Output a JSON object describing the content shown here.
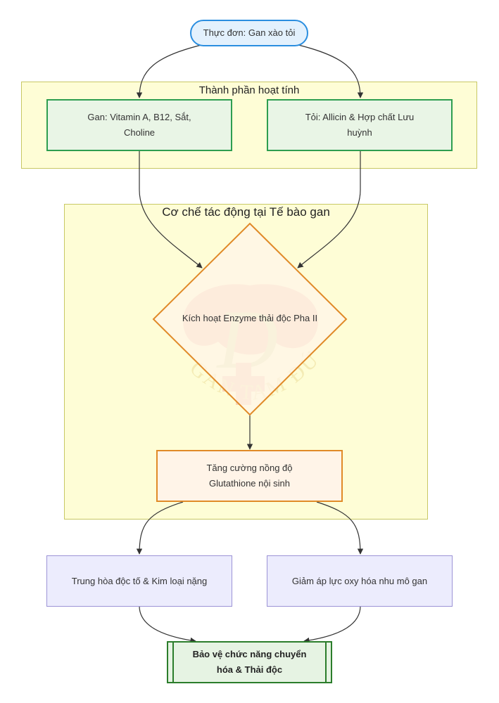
{
  "nodes": {
    "start": "Thực đơn: Gan xào tỏi",
    "liver": "Gan: Vitamin A, B12, Sắt, Choline",
    "garlic": "Tỏi: Allicin & Hợp chất Lưu huỳnh",
    "enzyme": "Kích hoạt Enzyme thải độc Pha II",
    "glutathione": "Tăng cường nồng độ Glutathione nội sinh",
    "neutralize": "Trung hòa độc tố & Kim loại nặng",
    "oxidative": "Giảm áp lực oxy hóa nhu mô gan",
    "protect": "Bảo vệ chức năng chuyển hóa & Thải độc"
  },
  "clusters": {
    "ingredients": "Thành phần hoạt tính",
    "mechanism": "Cơ chế tác động tại Tế bào gan"
  },
  "watermark": {
    "text": "GAN TAM ĐỨC"
  },
  "colors": {
    "cluster_bg": "#fefdd6",
    "start_border": "#2a8ee0",
    "green_border": "#2e9e50",
    "orange_border": "#e08a28",
    "purple_border": "#9c93d6",
    "final_border": "#2b7d2b"
  }
}
